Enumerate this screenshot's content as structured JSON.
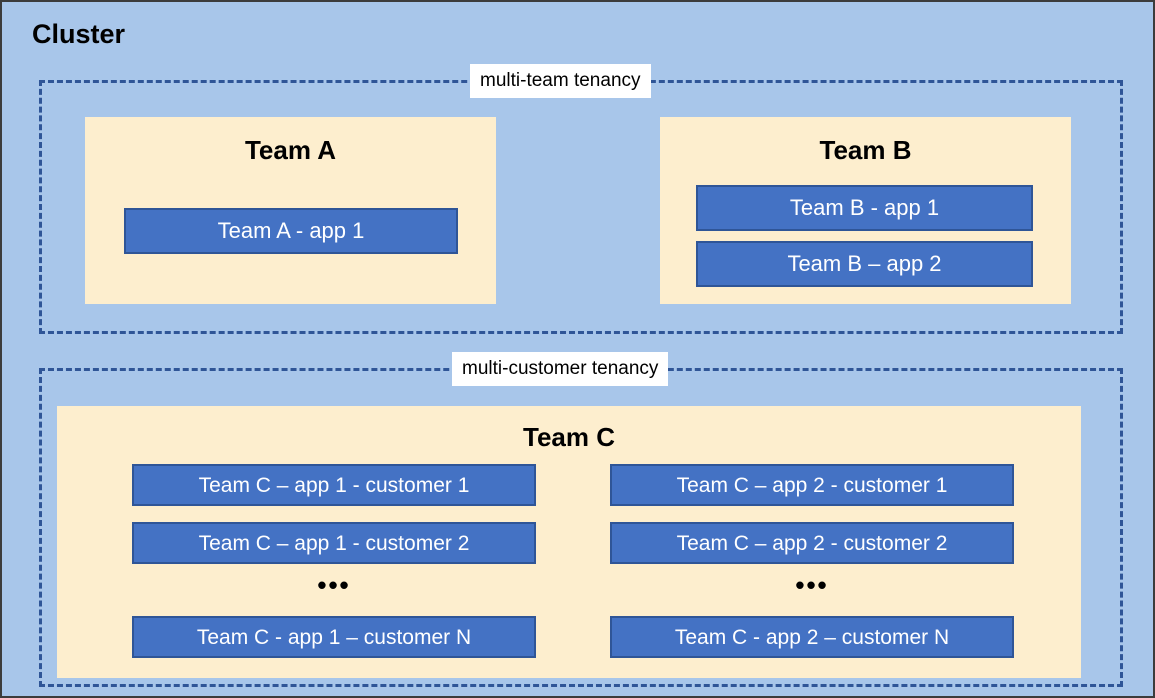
{
  "diagram": {
    "title": "Cluster",
    "colors": {
      "cluster_background": "#a8c6ea",
      "team_box": "#fdeece",
      "app_bar": "#4472c4",
      "app_bar_border": "#2f5597",
      "zone_border": "#2f5597",
      "zone_label_background": "#ffffff",
      "text_dark": "#000000",
      "text_light": "#ffffff"
    },
    "zones": [
      {
        "id": "multi-team",
        "label": "multi-team tenancy",
        "teams": [
          {
            "id": "team-a",
            "title": "Team A",
            "apps": [
              {
                "label": "Team A - app 1"
              }
            ]
          },
          {
            "id": "team-b",
            "title": "Team B",
            "apps": [
              {
                "label": "Team B - app 1"
              },
              {
                "label": "Team B – app 2"
              }
            ]
          }
        ]
      },
      {
        "id": "multi-customer",
        "label": "multi-customer tenancy",
        "teams": [
          {
            "id": "team-c",
            "title": "Team C",
            "ellipsis": "•••",
            "columns": [
              {
                "id": "team-c-app-1",
                "apps": [
                  {
                    "label": "Team C – app 1 - customer 1"
                  },
                  {
                    "label": "Team C – app 1 - customer 2"
                  },
                  {
                    "label": "Team C - app 1 – customer N"
                  }
                ]
              },
              {
                "id": "team-c-app-2",
                "apps": [
                  {
                    "label": "Team C – app 2 - customer 1"
                  },
                  {
                    "label": "Team C – app 2 - customer 2"
                  },
                  {
                    "label": "Team C - app 2 – customer N"
                  }
                ]
              }
            ]
          }
        ]
      }
    ]
  }
}
